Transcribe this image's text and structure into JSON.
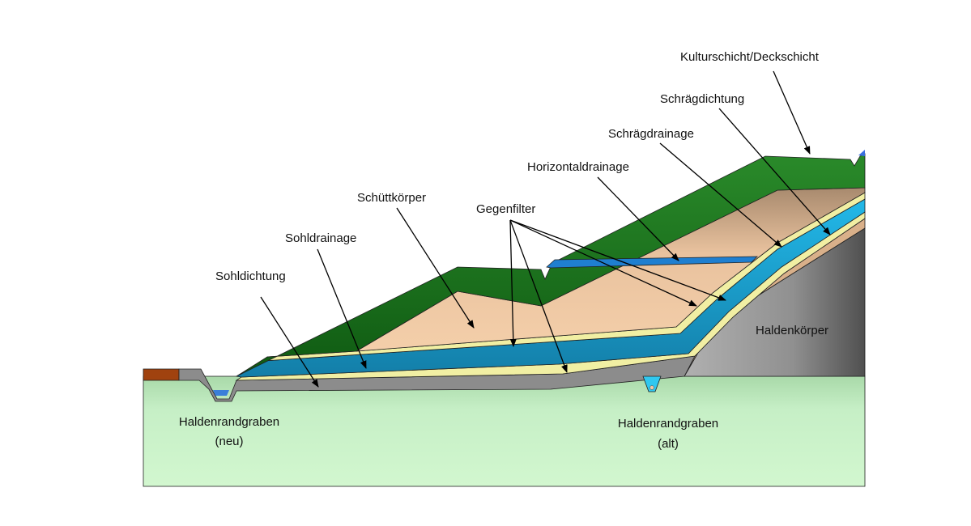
{
  "labels": {
    "kulturschicht": "Kulturschicht/Deckschicht",
    "schraegdichtung": "Schrägdichtung",
    "schraegdrainage": "Schrägdrainage",
    "horizontaldrainage": "Horizontaldrainage",
    "schuettkoerper": "Schüttkörper",
    "gegenfilter": "Gegenfilter",
    "sohldrainage": "Sohldrainage",
    "sohldichtung": "Sohldichtung",
    "haldenkoerper": "Haldenkörper",
    "graben_neu_1": "Haldenrandgraben",
    "graben_neu_2": "(neu)",
    "graben_alt_1": "Haldenrandgraben",
    "graben_alt_2": "(alt)"
  },
  "colors": {
    "ground": "#c8f0c8",
    "cover": "#1f7a1f",
    "fill": "#e8c09a",
    "drainage": "#1a9cc8",
    "filter": "#f0eea0",
    "seal": "#8a8a8a",
    "dump": "#9a9a9a"
  }
}
